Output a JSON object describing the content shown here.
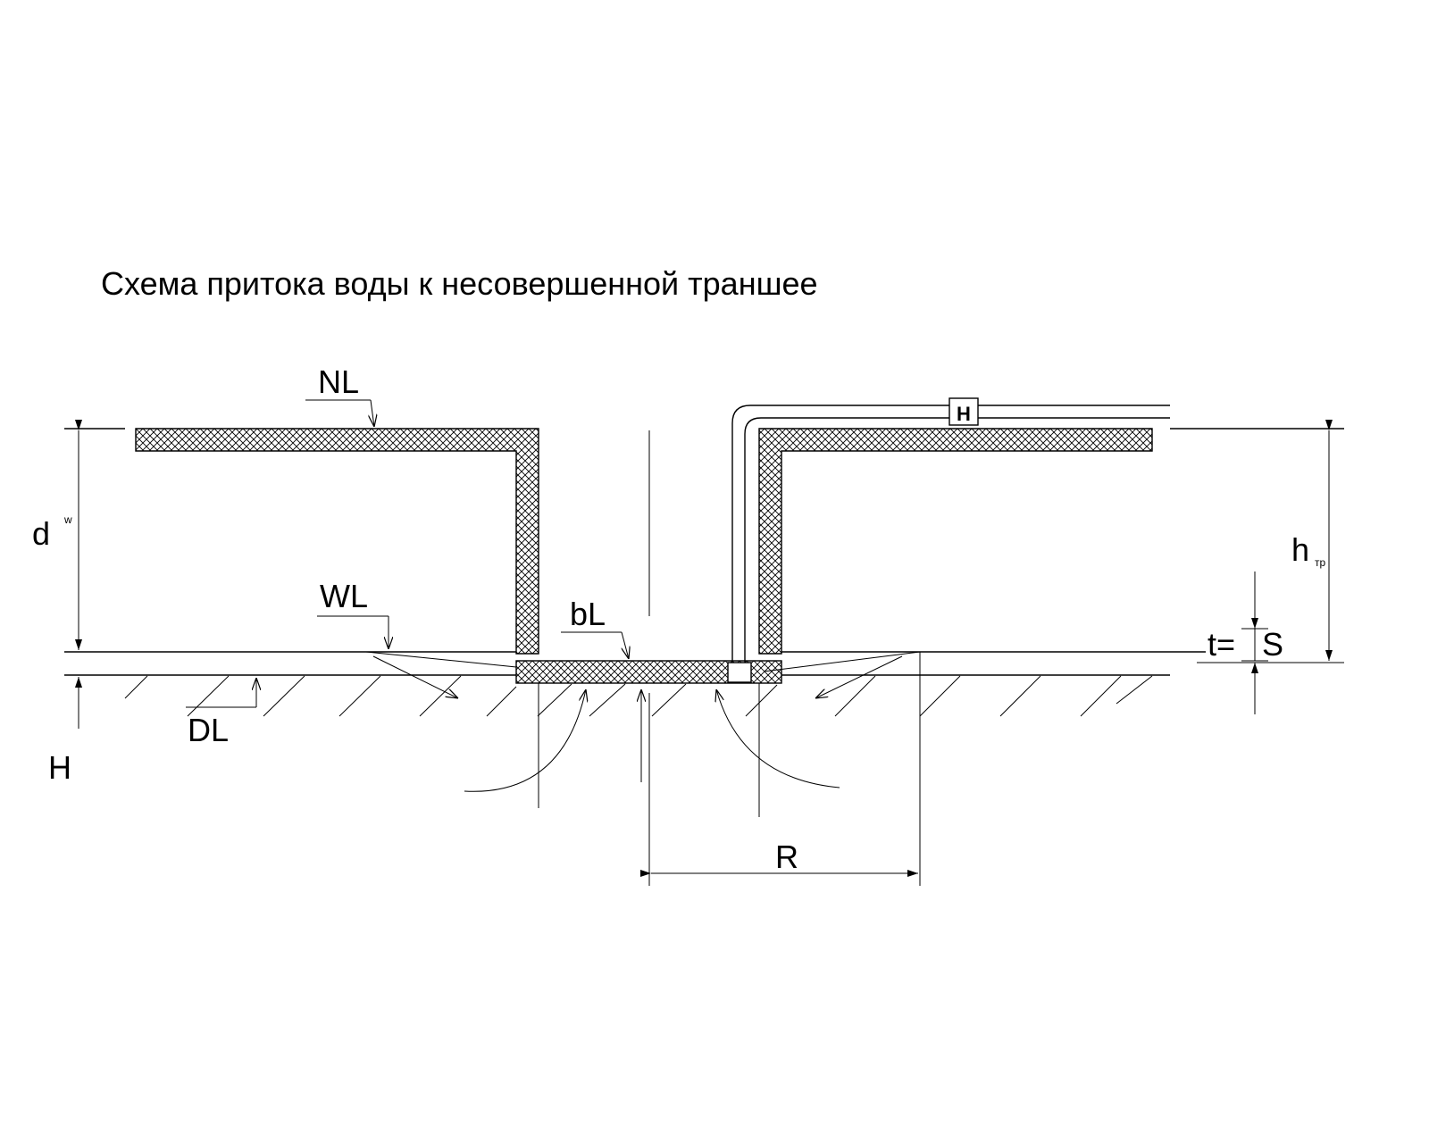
{
  "title": "Схема притока воды к несовершенной траншее",
  "labels": {
    "nl": "NL",
    "wl": "WL",
    "bl": "bL",
    "dl": "DL",
    "h_left": "H",
    "dw_main": "d",
    "dw_sub": "w",
    "htr_main": "h",
    "htr_sub": "тр",
    "t_eq": "t=",
    "s": "S",
    "r": "R",
    "pump": "Н"
  }
}
